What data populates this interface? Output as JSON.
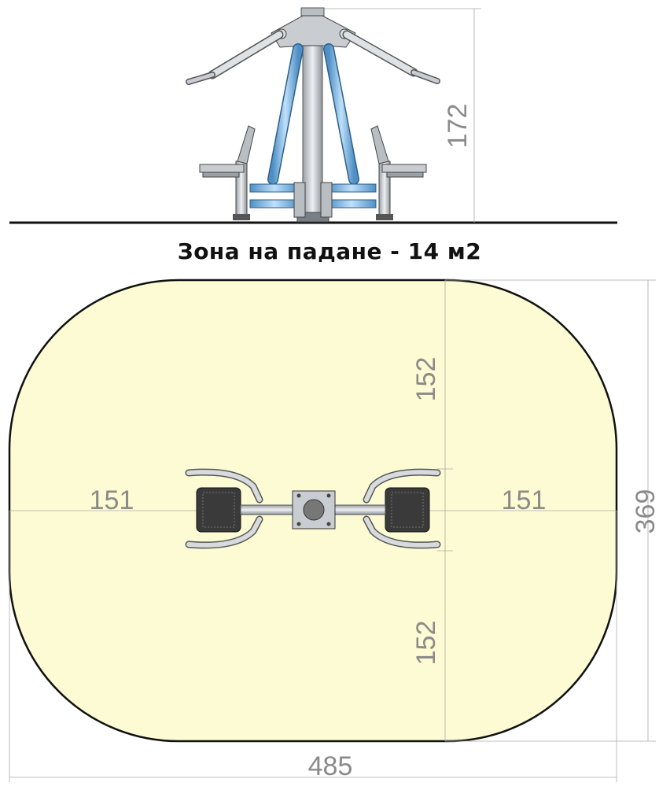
{
  "title": "Зона на падане - 14 м2",
  "dimensions": {
    "height": "172",
    "top_radius": "152",
    "bottom_radius": "152",
    "left_width": "151",
    "right_width": "151",
    "total_height": "369",
    "total_width": "485"
  },
  "colors": {
    "zone_fill": "#fdfbd3",
    "dimension_text": "#8a8a8a",
    "frame_metal": "#c8ccd0",
    "frame_blue": "#7fb6e3",
    "outline": "#111111"
  }
}
